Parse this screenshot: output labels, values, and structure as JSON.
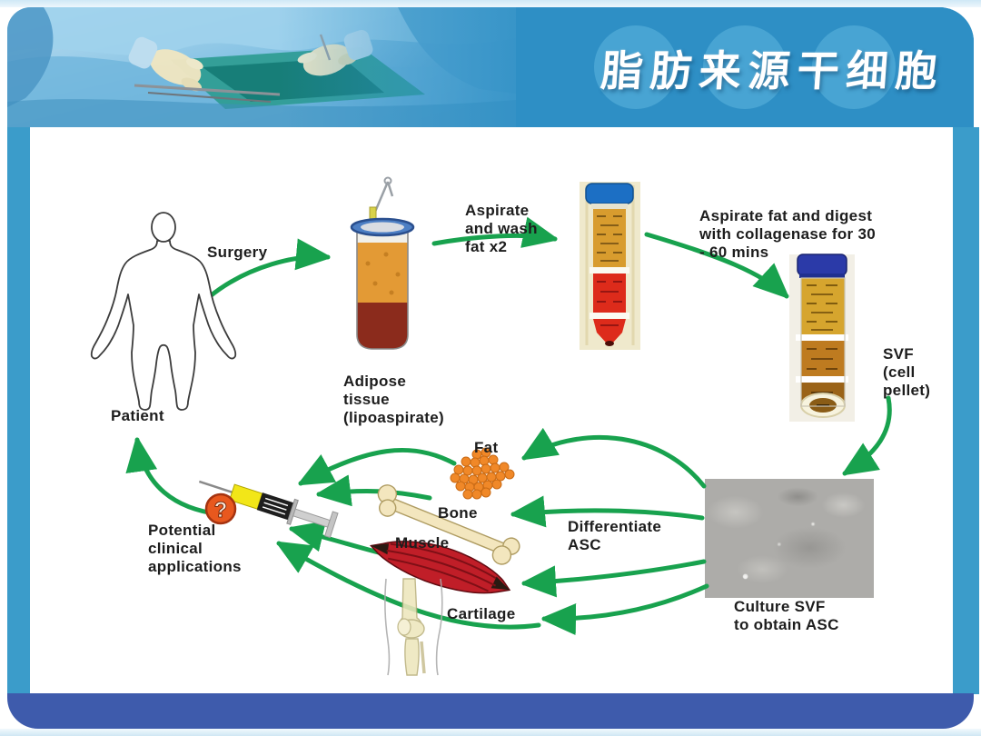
{
  "header": {
    "title": "脂肪来源干细胞"
  },
  "diagram": {
    "patient": "Patient",
    "surgery": "Surgery",
    "adipose": "Adipose\ntissue\n(lipoaspirate)",
    "wash": "Aspirate\nand wash\nfat x2",
    "digest": "Aspirate fat and digest\nwith collagenase for 30\n- 60 mins",
    "svf": "SVF\n(cell\npellet)",
    "culture": "Culture SVF\nto obtain ASC",
    "differentiate": "Differentiate\nASC",
    "fat": "Fat",
    "bone": "Bone",
    "muscle": "Muscle",
    "cartilage": "Cartilage",
    "applications": "Potential\nclinical\napplications",
    "question_mark": "?"
  },
  "colors": {
    "arrow_green": "#18A24E",
    "banner_blue": "#2E8FC5",
    "circle_blue": "#4BA6D4",
    "strip_blue": "#3B9CCA",
    "bottom_bar_blue": "#3E5BAC",
    "label_text": "#1d1d1d"
  }
}
